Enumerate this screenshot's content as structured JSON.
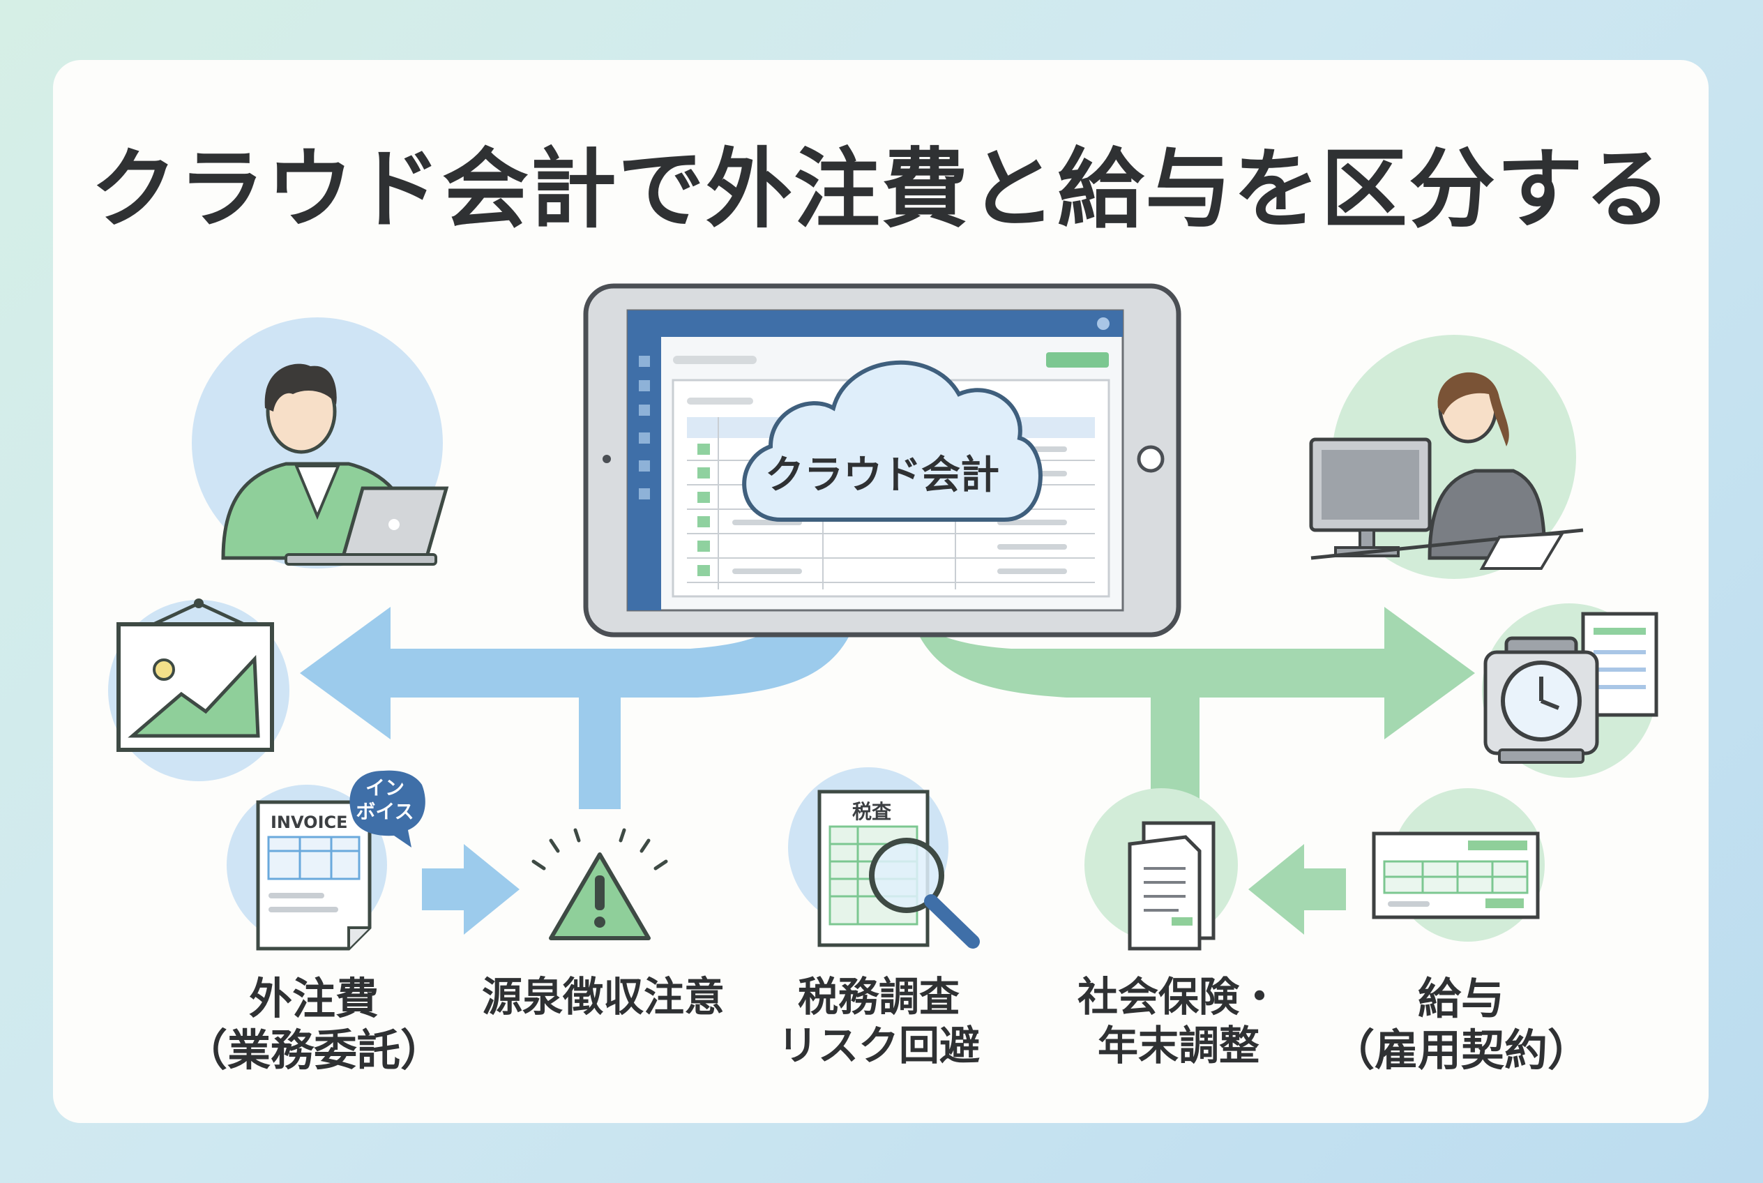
{
  "title": "クラウド会計で外注費と給与を区分する",
  "cloud": {
    "label": "クラウド会計"
  },
  "invoice": {
    "word": "INVOICE",
    "badge_line1": "イン",
    "badge_line2": "ボイス"
  },
  "audit_doc": {
    "word": "税査"
  },
  "labels": {
    "outsourcing": {
      "line1": "外注費",
      "line2": "（業務委託）"
    },
    "withholding": {
      "line1": "源泉徴収注意"
    },
    "tax_audit": {
      "line1": "税務調査",
      "line2": "リスク回避"
    },
    "social_insurance": {
      "line1": "社会保険・",
      "line2": "年末調整"
    },
    "salary": {
      "line1": "給与",
      "line2": "（雇用契約）"
    }
  },
  "colors": {
    "blue_flow": "#9ccbec",
    "green_flow": "#a4d8b0",
    "accent_green": "#7cc791",
    "accent_blue": "#6aa9dc",
    "tablet_screen_header": "#3f6fa8"
  }
}
